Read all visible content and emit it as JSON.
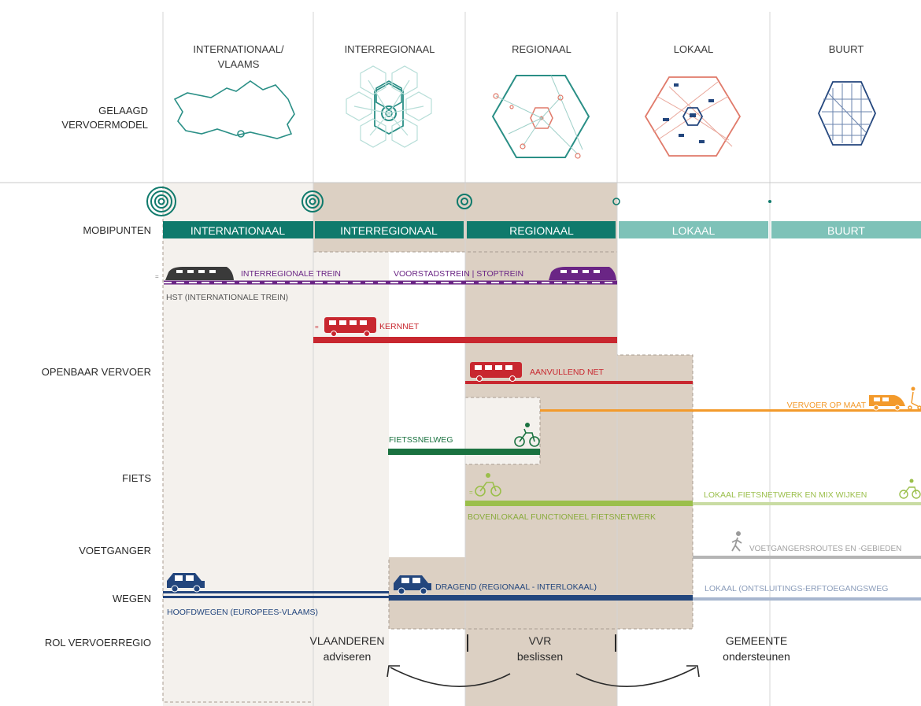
{
  "levels": {
    "international": "INTERNATIONAAL/",
    "international_2": "VLAAMS",
    "interregional": "INTERREGIONAAL",
    "regional": "REGIONAAL",
    "local": "LOKAAL",
    "neighbourhood": "BUURT"
  },
  "row_labels": {
    "model_1": "GELAAGD",
    "model_2": "VERVOERMODEL",
    "mobipoints": "MOBIPUNTEN",
    "public_transport": "OPENBAAR VERVOER",
    "bike": "FIETS",
    "pedestrian": "VOETGANGER",
    "roads": "WEGEN",
    "role": "ROL VERVOERREGIO"
  },
  "mobipunten_bar": {
    "international": "INTERNATIONAAL",
    "interregional": "INTERREGIONAAL",
    "regional": "REGIONAAL",
    "local": "LOKAAL",
    "neighbourhood": "BUURT"
  },
  "networks": {
    "interregional_train": "INTERREGIONALE TREIN",
    "suburban_train": "VOORSTADSTREIN | STOPTREIN",
    "hst": "HST (INTERNATIONALE TREIN)",
    "core_net": "KERNNET",
    "additional_net": "AANVULLEND NET",
    "custom_transport": "VERVOER OP MAAT",
    "bike_highway": "FIETSSNELWEG",
    "local_bike": "LOKAAL FIETSNETWERK EN MIX WIJKEN",
    "supralocal_bike": "BOVENLOKAAL FUNCTIONEEL FIETSNETWERK",
    "pedestrian_routes": "VOETGANGERSROUTES EN -GEBIEDEN",
    "main_roads": "HOOFDWEGEN (EUROPEES-VLAAMS)",
    "carrying_roads": "DRAGEND (REGIONAAL - INTERLOKAAL)",
    "local_roads": "LOKAAL (ONTSLUITINGS-ERFTOEGANGSWEG"
  },
  "roles": {
    "flanders": "VLAANDEREN",
    "flanders_action": "adviseren",
    "vvr": "VVR",
    "vvr_action": "beslissen",
    "municipality": "GEMEENTE",
    "municipality_action": "ondersteunen"
  },
  "colors": {
    "teal_dark": "#0f7a6c",
    "teal_light": "#7ec2b8",
    "purple": "#6a2585",
    "red": "#c8272f",
    "orange": "#f39a2b",
    "green_dark": "#1a7240",
    "green_light": "#9bbf4b",
    "grey": "#b5b5b5",
    "navy": "#23467d",
    "road_light": "#a7b6cf",
    "tan": "#dcd0c3",
    "beige": "#f4f1ed"
  }
}
